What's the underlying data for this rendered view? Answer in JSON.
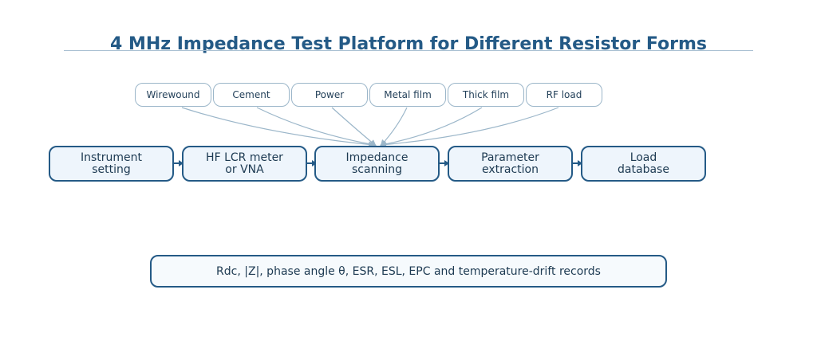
{
  "title": "4 MHz Impedance Test Platform for Different Resistor Forms",
  "resistor_forms": [
    "Wirewound",
    "Cement",
    "Power",
    "Metal film",
    "Thick film",
    "RF load"
  ],
  "workflow_steps": [
    "Instrument\nsetting",
    "HF LCR meter\nor VNA",
    "Impedance\nscanning",
    "Parameter\nextraction",
    "Load\ndatabase"
  ],
  "output_record": "Rdc, |Z|, phase angle θ, ESR, ESL, EPC and temperature-drift records",
  "colors": {
    "title": "#245a86",
    "box_border": "#245a86",
    "box_fill": "#eef5fc",
    "chip_border": "#9bb6c9",
    "link_line": "#9bb6c9",
    "text": "#1d3a52"
  }
}
